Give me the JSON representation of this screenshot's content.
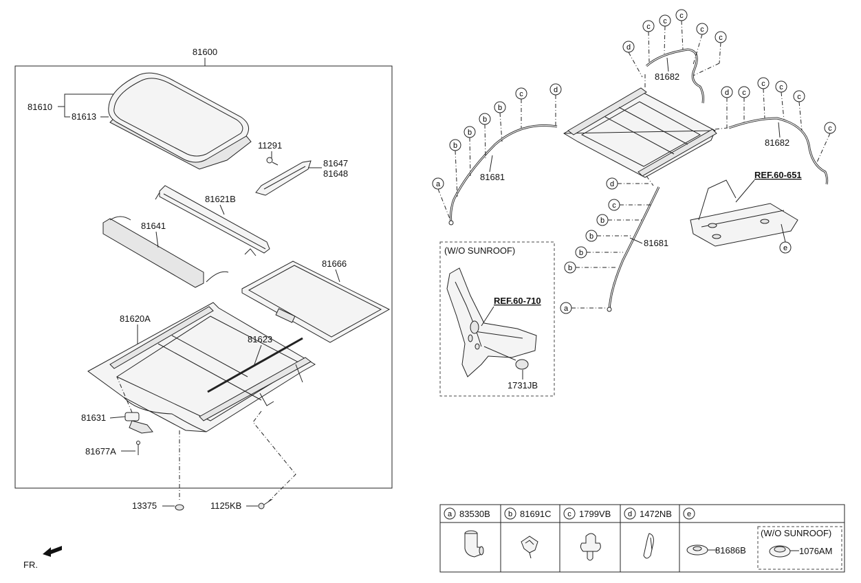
{
  "diagram": {
    "assembly_label": "81600",
    "labels": {
      "glass_assy": "81610",
      "glass_sub": "81613",
      "screw": "11291",
      "bracket_lh": "81647",
      "bracket_rh": "81648",
      "deflector": "81621B",
      "sunshade_rail": "81641",
      "sunshade": "81666",
      "frame": "81620A",
      "seal": "81623",
      "motor": "81631",
      "motor_bolt": "81677A",
      "nut": "13375",
      "bolt": "1125KB",
      "drain_hose_front_lh": "81681",
      "drain_hose_front_rh": "81681",
      "drain_hose_rear_lh": "81682",
      "drain_hose_rear_rh": "81682",
      "ref_floor": "REF.60-651",
      "ref_pillar": "REF.60-710",
      "grommet": "1731JB",
      "fr": "FR."
    },
    "callout_letters": [
      "a",
      "b",
      "c",
      "d",
      "e"
    ],
    "wo_sunroof_box": {
      "title": "(W/O SUNROOF)"
    },
    "legend": {
      "columns": [
        {
          "letter": "a",
          "part": "83530B"
        },
        {
          "letter": "b",
          "part": "81691C"
        },
        {
          "letter": "c",
          "part": "1799VB"
        },
        {
          "letter": "d",
          "part": "1472NB"
        },
        {
          "letter": "e",
          "part": ""
        }
      ],
      "e_part": "81686B",
      "wo_sunroof_title": "(W/O SUNROOF)",
      "wo_sunroof_part": "1076AM"
    }
  }
}
